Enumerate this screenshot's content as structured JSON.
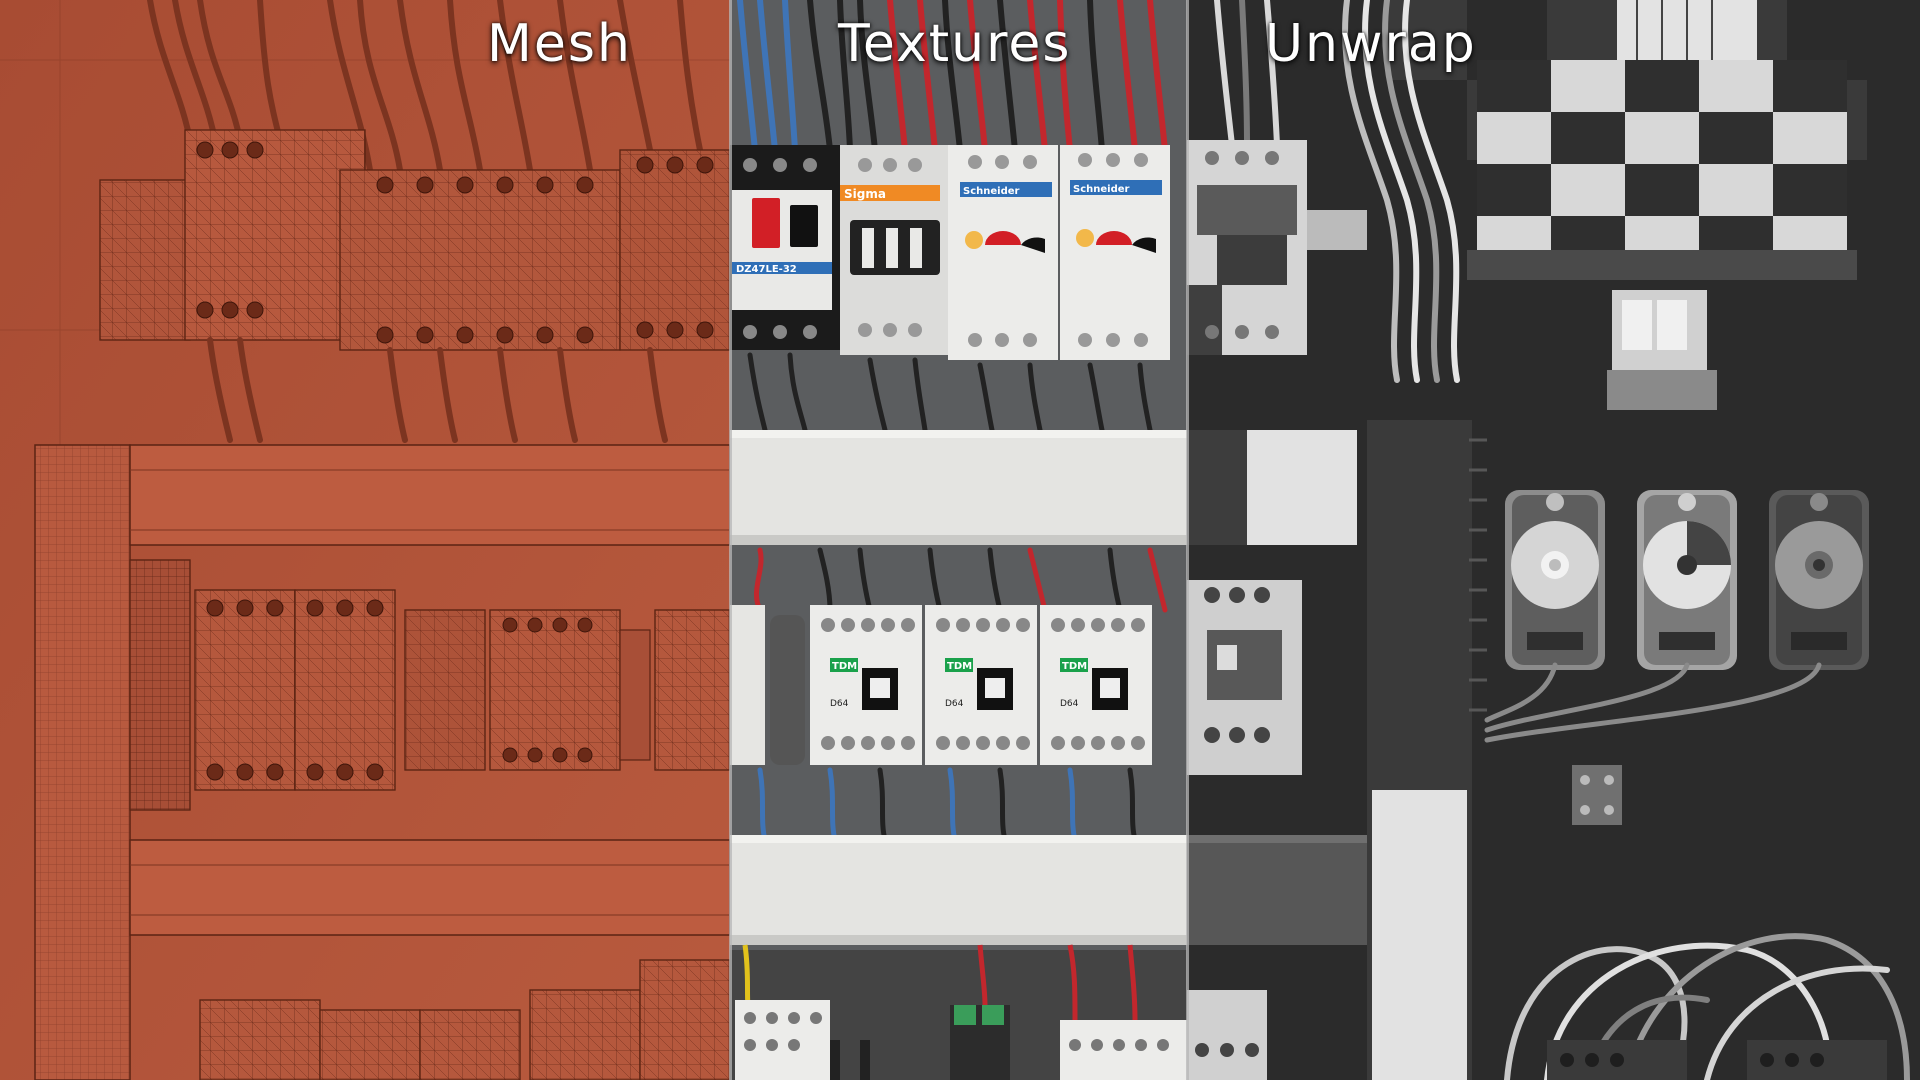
{
  "sections": {
    "mesh": {
      "label": "Mesh"
    },
    "textures": {
      "label": "Textures"
    },
    "unwrap": {
      "label": "Unwrap"
    }
  },
  "device_markings": {
    "breaker_1": "DZ47LE-32",
    "brand_1": "Sigma",
    "brand_2": "Schneider",
    "brand_3": "Schneider",
    "contactor_brand": "TDM",
    "contactor_model": "D64"
  },
  "colors": {
    "mesh_base": "#b4553a",
    "mesh_dark": "#8a3c27",
    "wire_red": "#c2272d",
    "wire_blue": "#3f74b6",
    "wire_black": "#222222",
    "device_white": "#e6e6e3",
    "rail_grey": "#d9d9d6",
    "unwrap_dark": "#2b2b2b",
    "tdm_green": "#1aa14b",
    "schneider_blue": "#2f6fb7",
    "sigma_orange": "#f08a24"
  }
}
